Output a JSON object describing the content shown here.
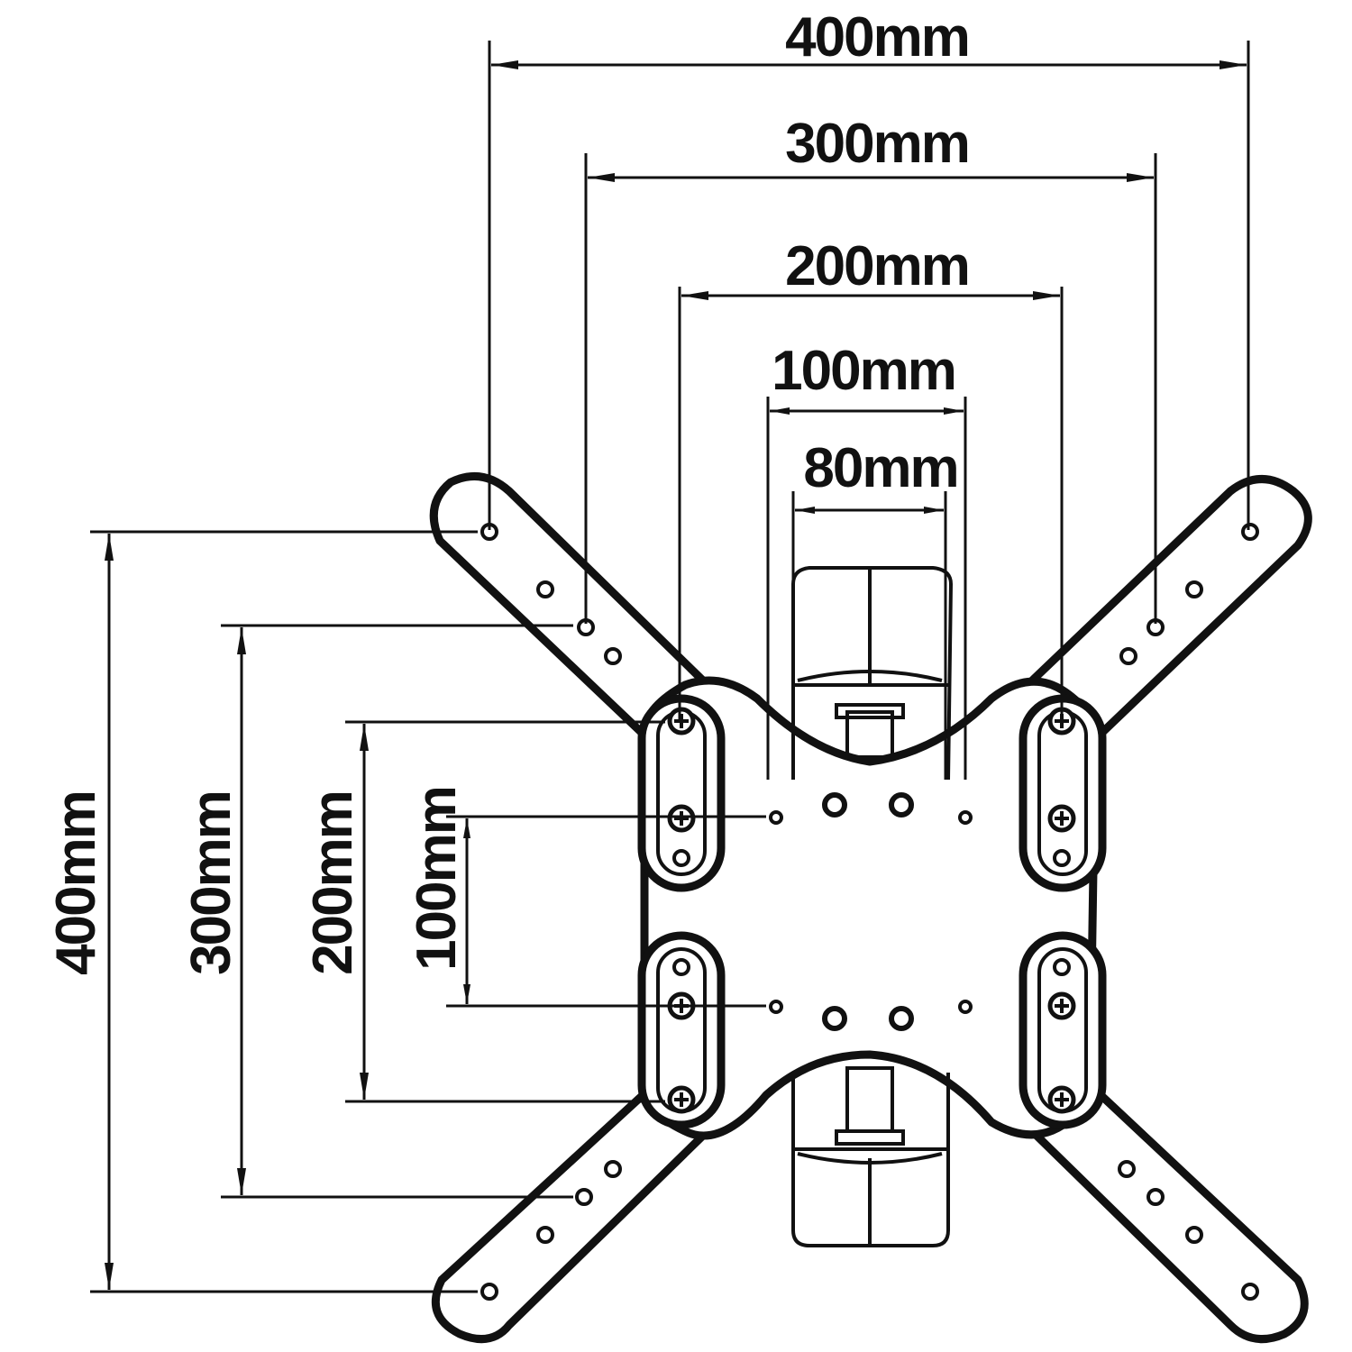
{
  "dimensions": {
    "horizontal": [
      {
        "id": "h400",
        "label": "400mm"
      },
      {
        "id": "h300",
        "label": "300mm"
      },
      {
        "id": "h200",
        "label": "200mm"
      },
      {
        "id": "h100",
        "label": "100mm"
      },
      {
        "id": "h80",
        "label": "80mm"
      }
    ],
    "vertical": [
      {
        "id": "v400",
        "label": "400mm"
      },
      {
        "id": "v300",
        "label": "300mm"
      },
      {
        "id": "v200",
        "label": "200mm"
      },
      {
        "id": "v100",
        "label": "100mm"
      }
    ]
  }
}
